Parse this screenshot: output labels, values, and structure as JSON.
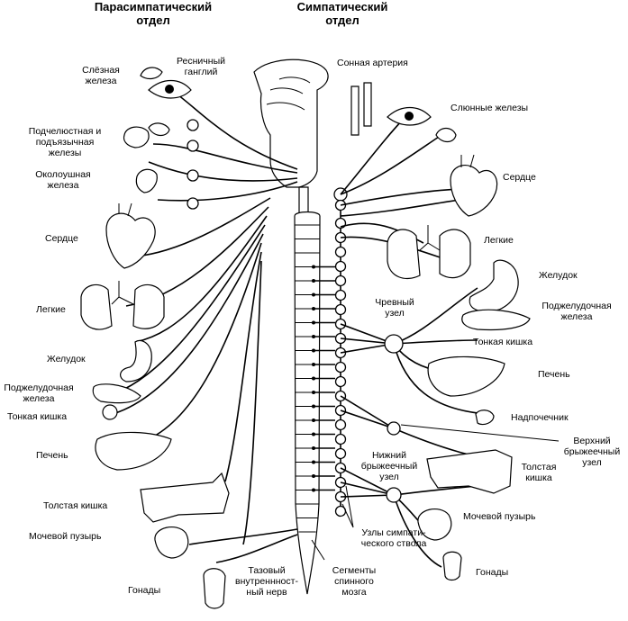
{
  "headers": {
    "parasympathetic": [
      "Парасимпатический",
      "отдел"
    ],
    "sympathetic": [
      "Симпатический",
      "отдел"
    ]
  },
  "left_labels": {
    "lacrimal_gland": [
      "Слёзная",
      "железа"
    ],
    "ciliary_ganglion": [
      "Ресничный",
      "ганглий"
    ],
    "submandibular_glands": [
      "Подчелюстная и",
      "подъязычная",
      "железы"
    ],
    "parotid_gland": [
      "Околоушная",
      "железа"
    ],
    "heart": "Сердце",
    "lungs": "Легкие",
    "stomach": "Желудок",
    "pancreas": [
      "Поджелудочная",
      "железа"
    ],
    "small_intestine": "Тонкая кишка",
    "liver": "Печень",
    "colon": "Толстая кишка",
    "bladder": "Мочевой пузырь",
    "gonads": "Гонады",
    "pelvic_nerve": [
      "Тазовый",
      "внутреннност-",
      "ный нерв"
    ]
  },
  "right_labels": {
    "carotid_artery": "Сонная артерия",
    "salivary_glands": "Слюнные железы",
    "heart": "Сердце",
    "lungs": "Легкие",
    "stomach": "Желудок",
    "pancreas": [
      "Поджелудочная",
      "железа"
    ],
    "celiac_node": [
      "Чревный",
      "узел"
    ],
    "small_intestine": "Тонкая кишка",
    "liver": "Печень",
    "adrenal": "Надпочечник",
    "superior_mesenteric": [
      "Верхний",
      "брыжеечный",
      "узел"
    ],
    "inferior_mesenteric": [
      "Нижний",
      "брыжеечный",
      "узел"
    ],
    "colon": [
      "Толстая",
      "кишка"
    ],
    "bladder": "Мочевой пузырь",
    "gonads": "Гонады",
    "sympathetic_trunk": [
      "Узлы симпати-",
      "ческого ствола"
    ],
    "spinal_segments": [
      "Сегменты",
      "спинного",
      "мозга"
    ]
  }
}
